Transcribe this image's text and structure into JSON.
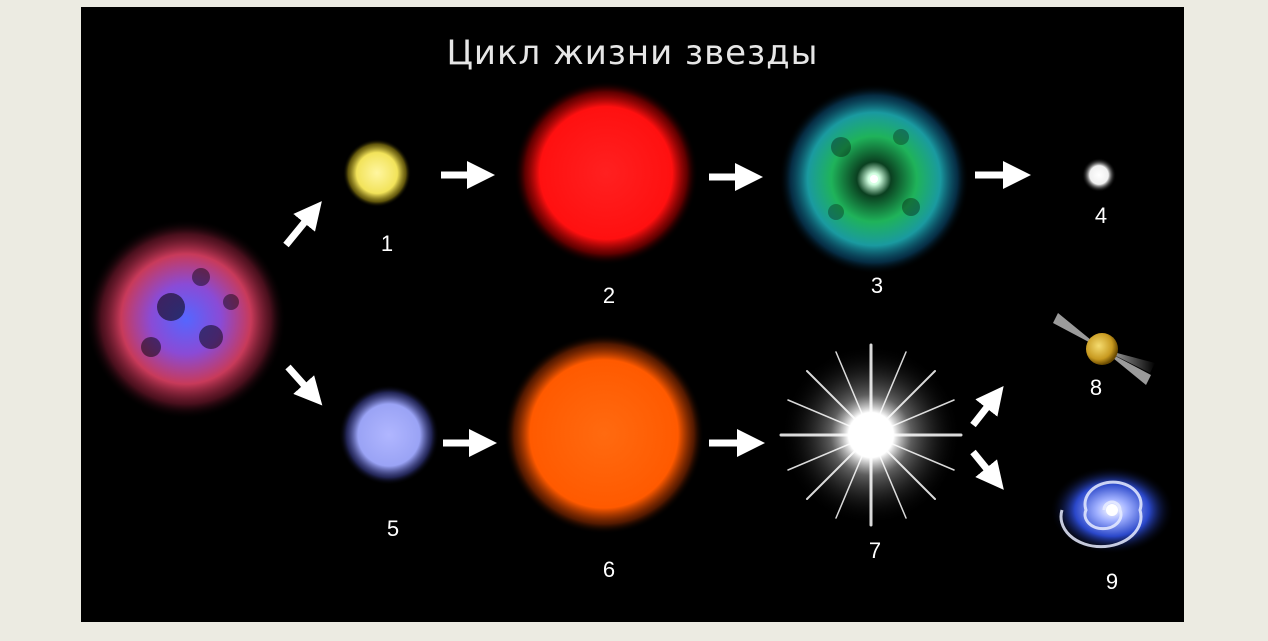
{
  "title": "Цикл жизни звезды",
  "stages": [
    {
      "label": "1"
    },
    {
      "label": "2"
    },
    {
      "label": "3"
    },
    {
      "label": "4"
    },
    {
      "label": "5"
    },
    {
      "label": "6"
    },
    {
      "label": "7"
    },
    {
      "label": "8"
    },
    {
      "label": "9"
    }
  ],
  "colors": {
    "page_background": "#ecebe2",
    "panel_background": "#000000",
    "nebula": "#8a4bd6",
    "stage_1": "#f2e35a",
    "stage_2": "#ff1a1a",
    "stage_3": "#1fb35a",
    "stage_4": "#ffffff",
    "stage_5": "#9aa3f5",
    "stage_6": "#ff5a00",
    "stage_7": "#ffffff",
    "stage_8": "#d8b440",
    "stage_9": "#2a47c9"
  }
}
